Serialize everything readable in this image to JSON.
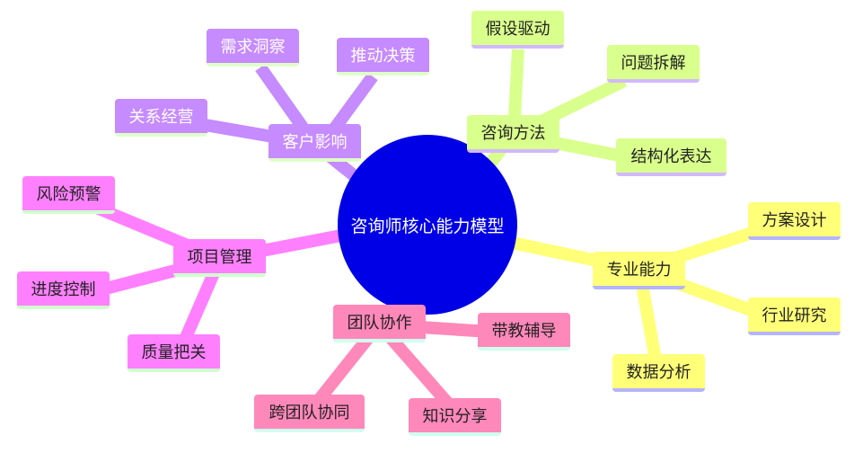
{
  "title": "咨询师核心能力模型",
  "colors": {
    "center": "#0000e6",
    "purple": "#c58bff",
    "green": "#d9ff8c",
    "yellow": "#ffff78",
    "magenta": "#ff80ff",
    "rose": "#ff88bb"
  },
  "branches": [
    {
      "label": "客户影响",
      "children": [
        "需求洞察",
        "推动决策",
        "关系经营"
      ]
    },
    {
      "label": "咨询方法",
      "children": [
        "假设驱动",
        "问题拆解",
        "结构化表达"
      ]
    },
    {
      "label": "专业能力",
      "children": [
        "方案设计",
        "行业研究",
        "数据分析"
      ]
    },
    {
      "label": "项目管理",
      "children": [
        "风险预警",
        "进度控制",
        "质量把关"
      ]
    },
    {
      "label": "团队协作",
      "children": [
        "带教辅导",
        "跨团队协同",
        "知识分享"
      ]
    }
  ]
}
